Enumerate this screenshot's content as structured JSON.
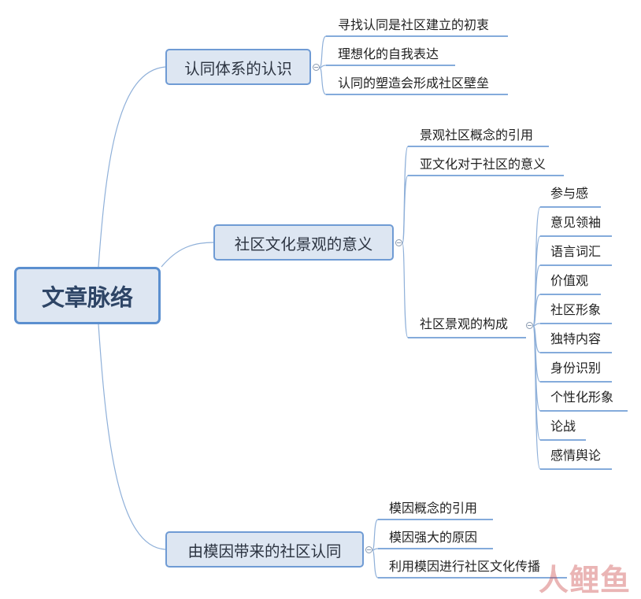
{
  "mindmap": {
    "root": "文章脉络",
    "branches": [
      {
        "label": "认同体系的认识",
        "children": [
          {
            "label": "寻找认同是社区建立的初衷"
          },
          {
            "label": "理想化的自我表达"
          },
          {
            "label": "认同的塑造会形成社区壁垒"
          }
        ]
      },
      {
        "label": "社区文化景观的意义",
        "children": [
          {
            "label": "景观社区概念的引用"
          },
          {
            "label": "亚文化对于社区的意义"
          },
          {
            "label": "社区景观的构成",
            "children": [
              {
                "label": "参与感"
              },
              {
                "label": "意见领袖"
              },
              {
                "label": "语言词汇"
              },
              {
                "label": "价值观"
              },
              {
                "label": "社区形象"
              },
              {
                "label": "独特内容"
              },
              {
                "label": "身份识别"
              },
              {
                "label": "个性化形象"
              },
              {
                "label": "论战"
              },
              {
                "label": "感情舆论"
              }
            ]
          }
        ]
      },
      {
        "label": "由模因带来的社区认同",
        "children": [
          {
            "label": "模因概念的引用"
          },
          {
            "label": "模因强大的原因"
          },
          {
            "label": "利用模因进行社区文化传播"
          }
        ]
      }
    ]
  },
  "colors": {
    "connector": "#8fb0d9",
    "root_border": "#5b8fcf",
    "node_fill": "#dde6f2",
    "leaf_underline": "#5b8fcf"
  },
  "icons": {
    "collapse": "collapse-toggle-icon"
  },
  "watermark": "人鲤鱼"
}
